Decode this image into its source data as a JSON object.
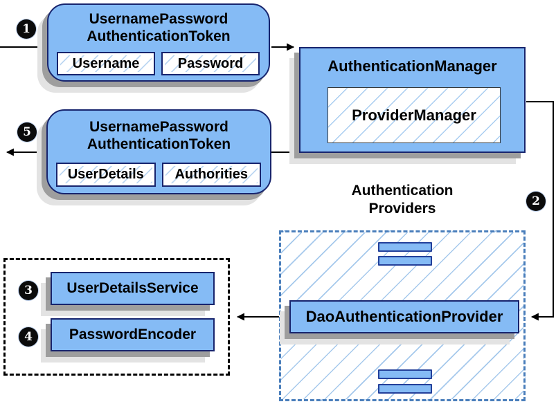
{
  "badges": {
    "step1": "1",
    "step2": "2",
    "step3": "3",
    "step4": "4",
    "step5": "5"
  },
  "request_token": {
    "title_line1": "UsernamePassword",
    "title_line2": "AuthenticationToken",
    "field1": "Username",
    "field2": "Password"
  },
  "auth_manager": {
    "title": "AuthenticationManager",
    "inner_label": "ProviderManager"
  },
  "result_token": {
    "title_line1": "UsernamePassword",
    "title_line2": "AuthenticationToken",
    "field1": "UserDetails",
    "field2": "Authorities"
  },
  "providers_group": {
    "label_line1": "Authentication",
    "label_line2": "Providers",
    "dao_label": "DaoAuthenticationProvider"
  },
  "services_group": {
    "user_details_service": "UserDetailsService",
    "password_encoder": "PasswordEncoder"
  },
  "colors": {
    "box_fill": "#85bbf5",
    "box_border": "#17246d",
    "hatch_line": "#a6c9ec",
    "dashed_blue_border": "#4a7ebb",
    "shadow_dark": "#9e9e9e",
    "shadow_light": "#e3e3e3",
    "connector": "#000000"
  }
}
